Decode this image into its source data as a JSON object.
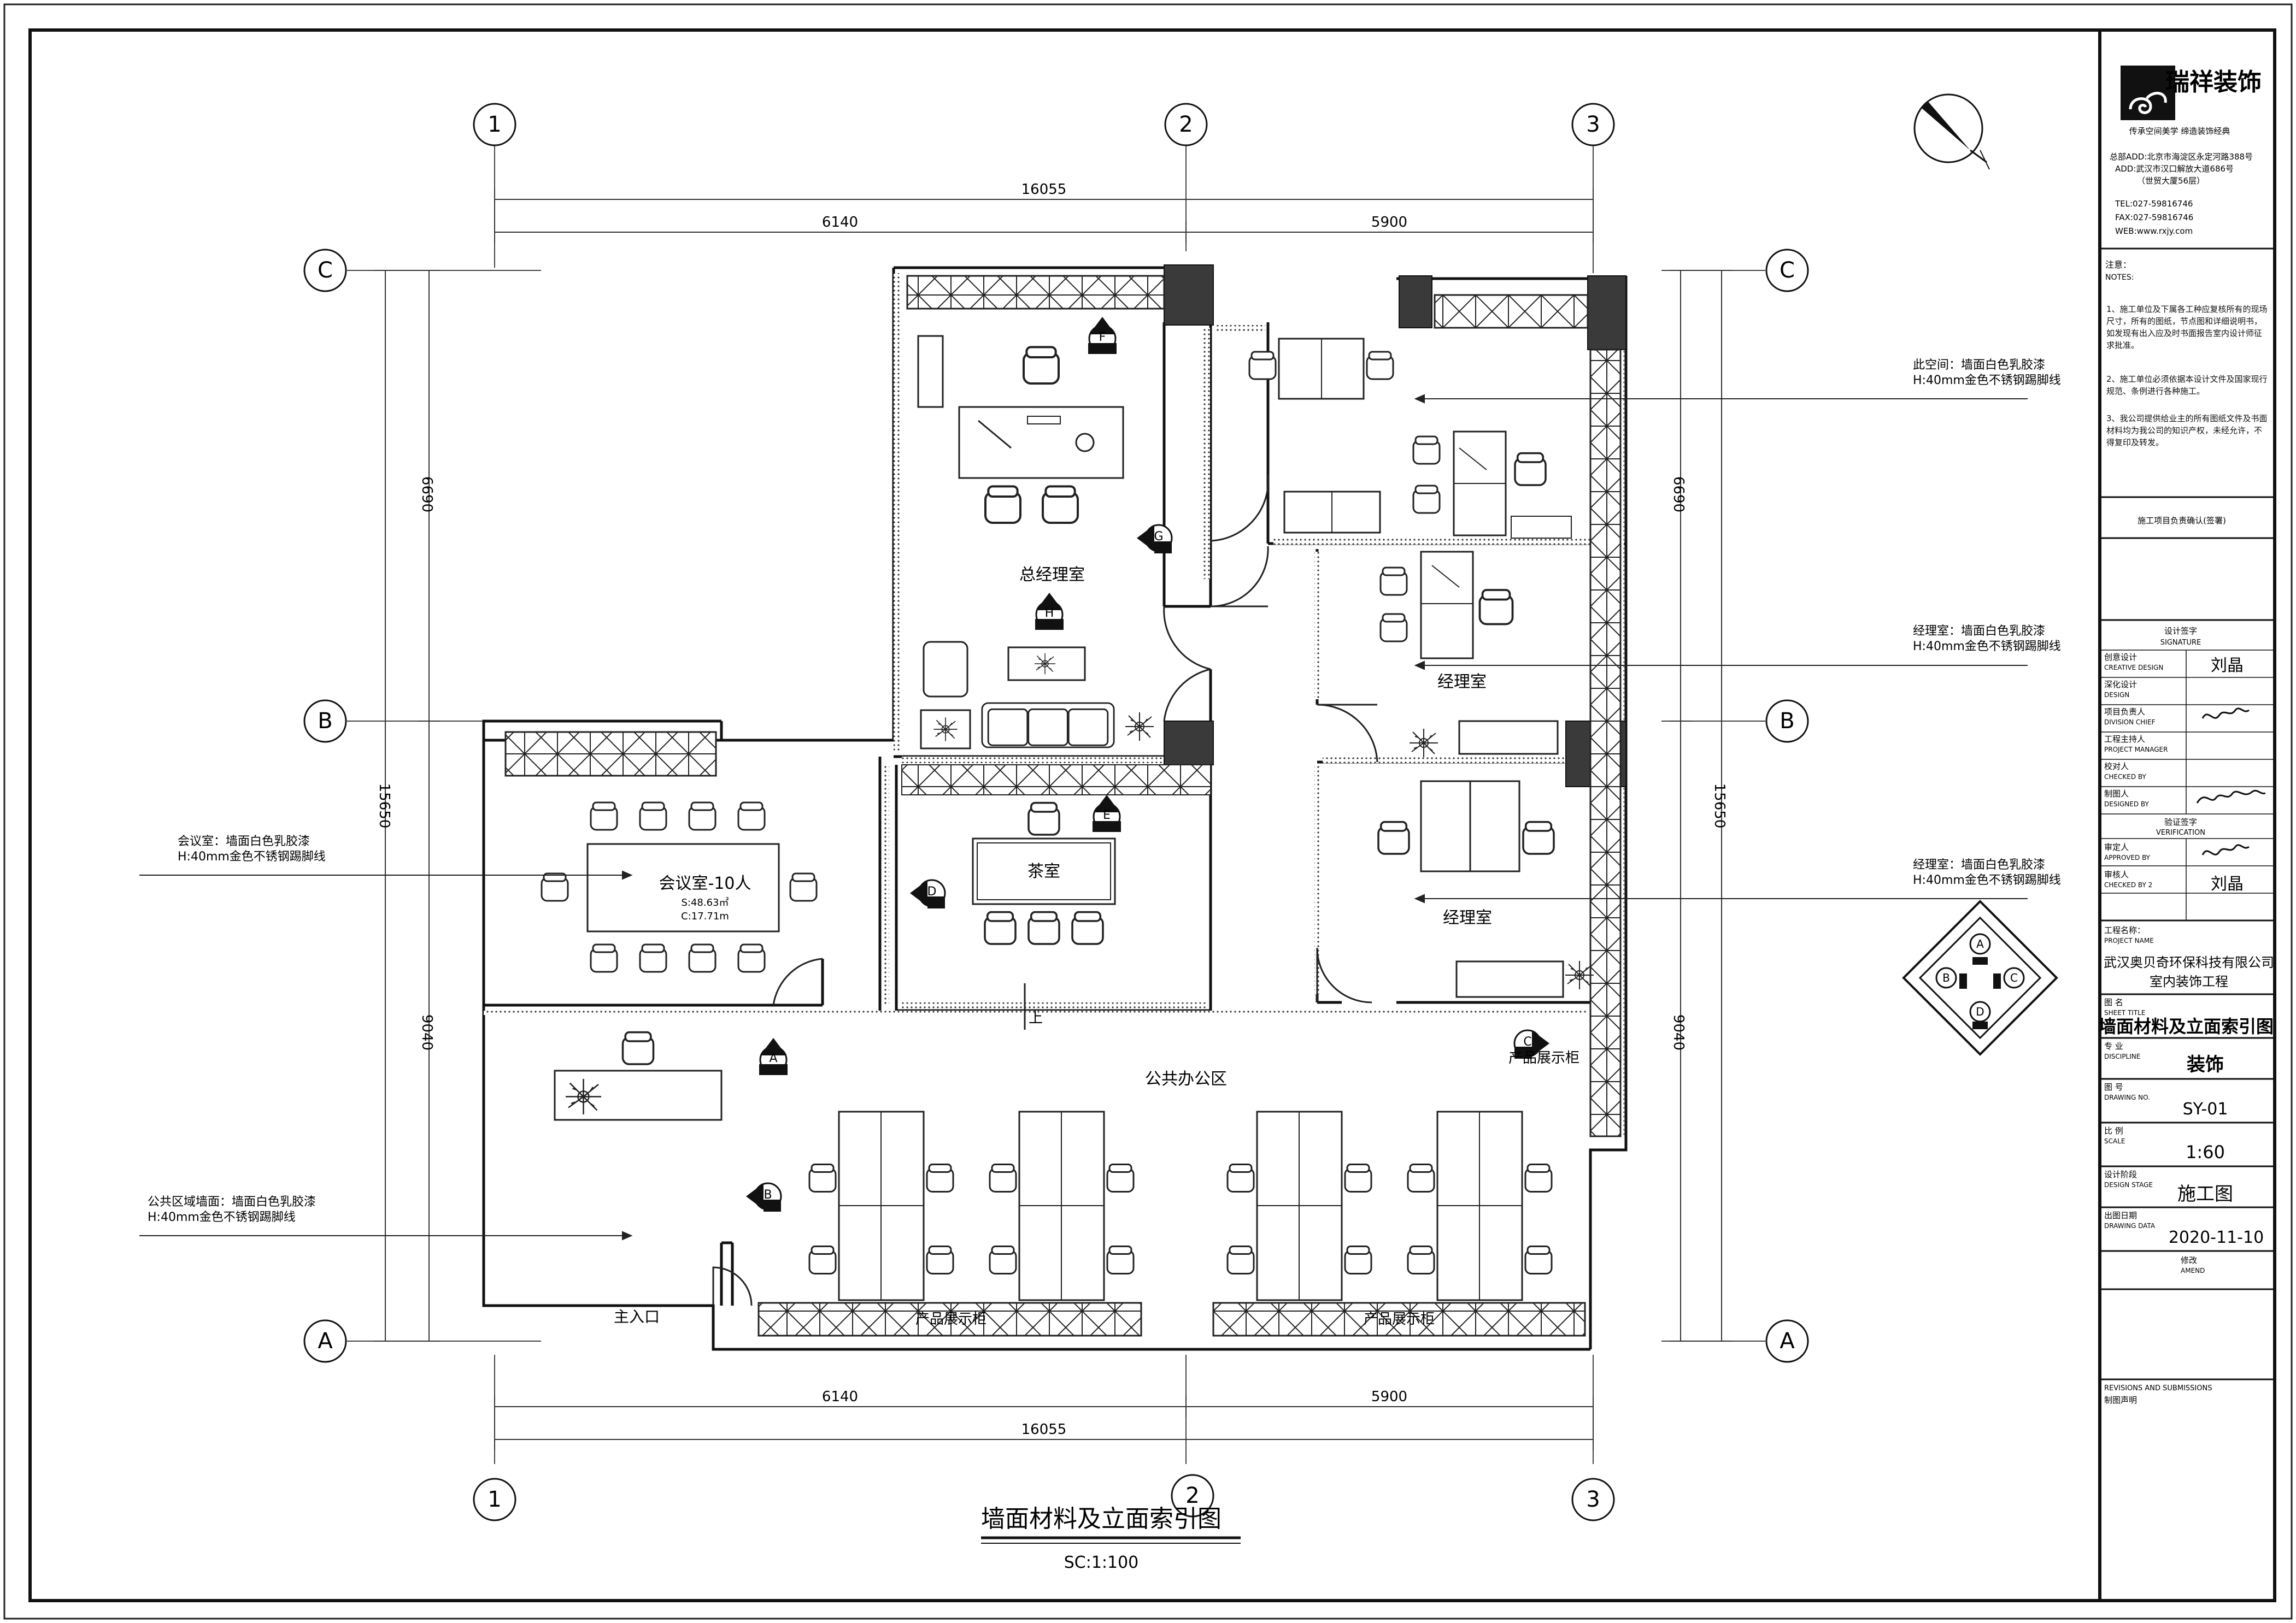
{
  "drawing": {
    "title": "墙面材料及立面索引图",
    "scale": "SC:1:100",
    "grid": {
      "cols": [
        "1",
        "2",
        "3"
      ],
      "rows": [
        "C",
        "B",
        "A"
      ]
    },
    "dims": {
      "top_total": "16055",
      "top_left": "6140",
      "top_right": "5900",
      "bottom_total": "16055",
      "bottom_left": "6140",
      "bottom_right": "5900",
      "left_outer": "15650",
      "left_upper": "6690",
      "left_lower": "9040",
      "right_outer": "15650",
      "right_upper": "6690",
      "right_lower": "9040"
    },
    "rooms": {
      "gm_office": "总经理室",
      "manager1": "经理室",
      "manager2": "经理室",
      "meeting": "会议室-10人",
      "meeting_area": "S:48.63㎡",
      "meeting_perim": "C:17.71m",
      "tea": "茶室",
      "public": "公共办公区",
      "display1": "产品展示柜",
      "display2": "产品展示柜",
      "display3": "产品展示柜",
      "entrance": "主入口",
      "up": "上"
    },
    "notes": {
      "n1_line1": "此空间：墙面白色乳胶漆",
      "n1_line2": "H:40mm金色不锈钢踢脚线",
      "n2_line1": "经理室：墙面白色乳胶漆",
      "n2_line2": "H:40mm金色不锈钢踢脚线",
      "n3_line1": "经理室：墙面白色乳胶漆",
      "n3_line2": "H:40mm金色不锈钢踢脚线",
      "n4_line1": "会议室：墙面白色乳胶漆",
      "n4_line2": "H:40mm金色不锈钢踢脚线",
      "n5_line1": "公共区域墙面：墙面白色乳胶漆",
      "n5_line2": "H:40mm金色不锈钢踢脚线"
    },
    "markers": [
      "A",
      "B",
      "C",
      "D",
      "E",
      "F",
      "G",
      "H"
    ]
  },
  "title_block": {
    "logo_text": "瑞祥装饰",
    "slogan": "传承空间美学   缔造装饰经典",
    "addr1": "总部ADD:北京市海淀区永定河路388号",
    "addr2": "ADD:武汉市汉口解放大道686号",
    "addr3": "（世贸大厦56层）",
    "tel": "TEL:027-59816746",
    "fax": "FAX:027-59816746",
    "web": "WEB:www.rxjy.com",
    "notes_head": "注意：",
    "notes_head_en": "NOTES:",
    "note1": "1、施工单位及下属各工种应复核所有的现场尺寸，所有的图纸，节点图和详细说明书，如发现有出入应及时书面报告室内设计师征求批准。",
    "note2": "2、施工单位必须依据本设计文件及国家现行规范、条例进行各种施工。",
    "note3": "3、我公司提供给业主的所有图纸文件及书面材料均为我公司的知识产权，未经允许，不得复印及转发。",
    "confirm": "施工项目负责确认(签署)",
    "sig_head": "设计签字",
    "sig_head_en": "SIGNATURE",
    "creative": "创意设计",
    "creative_en": "CREATIVE DESIGN",
    "creative_name": "刘晶",
    "design": "深化设计",
    "design_en": "DESIGN",
    "chief": "项目负责人",
    "chief_en": "DIVISION CHIEF",
    "pm": "工程主持人",
    "pm_en": "PROJECT MANAGER",
    "checked": "校对人",
    "checked_en": "CHECKED BY",
    "drawer": "制图人",
    "drawer_en": "DESIGNED BY",
    "verif": "验证签字",
    "verif_en": "VERIFICATION",
    "approve": "审定人",
    "approve_en": "APPROVED BY",
    "checker2": "审核人",
    "checker2_en": "CHECKED BY 2",
    "checker2_name": "刘晶",
    "proj_label": "工程名称：",
    "proj_label_en": "PROJECT NAME",
    "proj_name1": "武汉奥贝奇环保科技有限公司",
    "proj_name2": "室内装饰工程",
    "sheet_label": "图 名",
    "sheet_label_en": "SHEET TITLE",
    "sheet_title": "墙面材料及立面索引图",
    "disc_label": "专 业",
    "disc_label_en": "DISCIPLINE",
    "disc": "装饰",
    "no_label": "图 号",
    "no_label_en": "DRAWING NO.",
    "no": "SY-01",
    "scale_label": "比 例",
    "scale_label_en": "SCALE",
    "scale": "1:60",
    "stage_label": "设计阶段",
    "stage_label_en": "DESIGN STAGE",
    "stage": "施工图",
    "date_label": "出图日期",
    "date_label_en": "DRAWING DATA",
    "date": "2020-11-10",
    "amend": "修改",
    "amend_en": "AMEND",
    "rev_head": "REVISIONS AND SUBMISSIONS",
    "rev_head2": "制图声明"
  }
}
